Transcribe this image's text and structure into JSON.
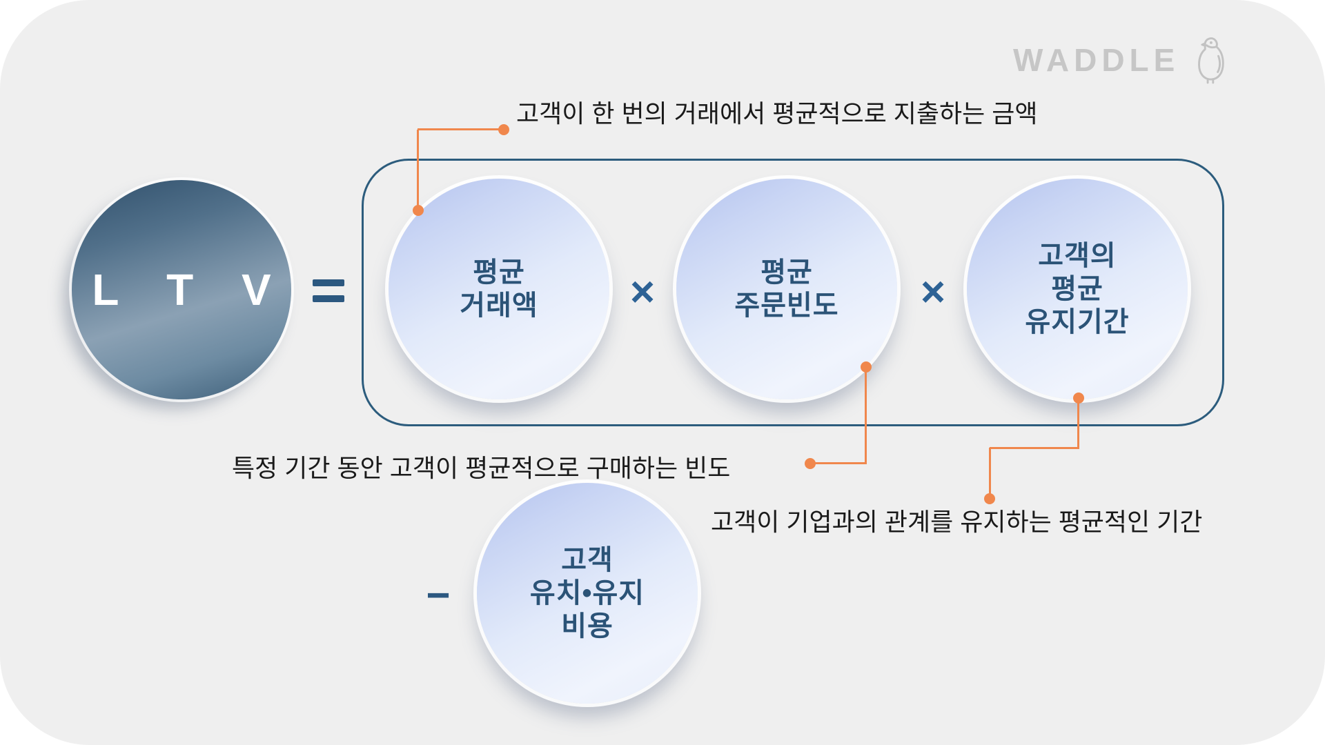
{
  "brand": {
    "name": "WADDLE",
    "icon": "penguin-icon",
    "logo_color": "#C6C6C6"
  },
  "colors": {
    "panel_background": "#EFEFEF",
    "accent_orange": "#F0874C",
    "circle_text_navy": "#2B5377",
    "operator_blue": "#2D6295",
    "box_border_navy": "#2C5C7D",
    "annotation_text": "#1A1A1A",
    "ltv_sphere_dark": "#30506C",
    "factor_circle_light": "#E2EAFA"
  },
  "formula": {
    "result_label": "L T V",
    "equals_sign": "=",
    "multiply_sign": "×",
    "minus_sign": "−",
    "factors": [
      {
        "id": "avg-transaction-value",
        "label": "평균\n거래액",
        "annotation": "고객이 한 번의 거래에서 평균적으로 지출하는 금액"
      },
      {
        "id": "avg-order-frequency",
        "label": "평균\n주문빈도",
        "annotation": "특정 기간 동안 고객이 평균적으로 구매하는 빈도"
      },
      {
        "id": "avg-retention-period",
        "label": "고객의\n평균\n유지기간",
        "annotation": "고객이 기업과의 관계를 유지하는 평균적인 기간"
      }
    ],
    "subtrahend": {
      "id": "acquisition-retention-cost",
      "label": "고객\n유치•유지\n비용"
    }
  }
}
